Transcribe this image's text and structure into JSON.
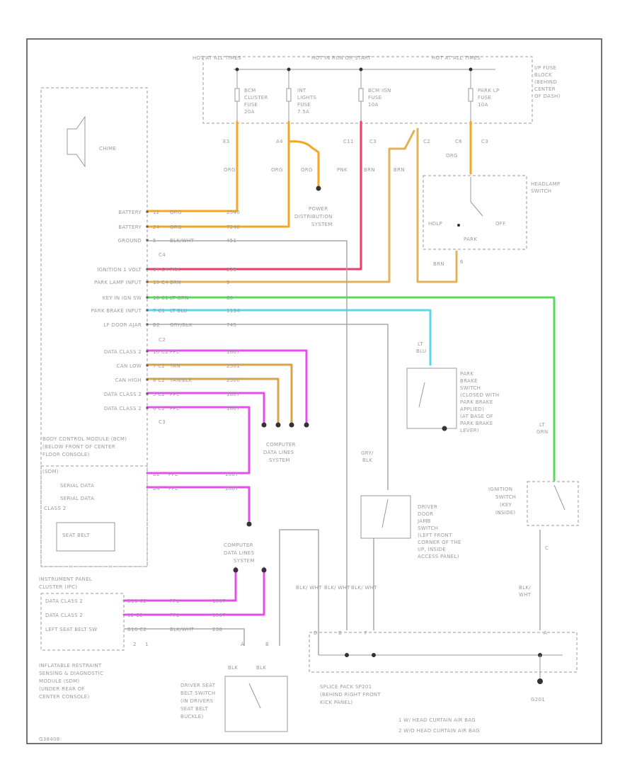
{
  "fuse_block": {
    "hot_all": "HOT AT ALL TIMES",
    "hot_run": "HOT IN RUN OR START",
    "hot_all2": "HOT AT ALL TIMES",
    "label": [
      "I/P FUSE",
      "BLOCK",
      "(BEHIND",
      "CENTER",
      "OF DASH)"
    ],
    "fuse1": [
      "BCM",
      "CLUSTER",
      "FUSE",
      "20A"
    ],
    "fuse2": [
      "INT",
      "LIGHTS",
      "FUSE",
      "7.5A"
    ],
    "fuse3": [
      "BCM IGN",
      "FUSE",
      "10A"
    ],
    "fuse4": [
      "PARK LP",
      "FUSE",
      "10A"
    ],
    "connectors": [
      "E3",
      "A4",
      "C11",
      "C3",
      "C2",
      "C6",
      "C3"
    ]
  },
  "wires": {
    "org1": "ORG",
    "org2": "ORG",
    "org3": "ORG",
    "pnk": "PNK",
    "brn": "BRN",
    "brn2": "BRN",
    "org4": "ORG",
    "brn3": "BRN",
    "lt_blu": [
      "LT",
      "BLU"
    ],
    "lt_grn": [
      "LT",
      "GRN"
    ],
    "gry_blk": [
      "GRY/",
      "BLK"
    ],
    "blk_wht": [
      "BLK/",
      "WHT"
    ]
  },
  "power_dist": [
    "POWER",
    "DISTRIBUTION",
    "SYSTEM"
  ],
  "chime": "CHIME",
  "bcm_pins": [
    {
      "label": "BATTERY",
      "pin": "12",
      "color": "ORG",
      "circuit": "2540"
    },
    {
      "label": "BATTERY",
      "pin": "24",
      "color": "ORG",
      "circuit": "7240"
    },
    {
      "label": "GROUND",
      "pin": "5",
      "color": "BLK/WHT",
      "circuit": "451"
    },
    {
      "label": "IGNITION 1 VOLT",
      "pin": "14 C4",
      "color": "PNK",
      "circuit": "239"
    },
    {
      "label": "PARK LAMP INPUT",
      "pin": "19 C4",
      "color": "BRN",
      "circuit": "9"
    },
    {
      "label": "KEY IN IGN SW",
      "pin": "18 C1",
      "color": "LT GRN",
      "circuit": "80"
    },
    {
      "label": "PARK BRAKE INPUT",
      "pin": "7 C1",
      "color": "LT BLU",
      "circuit": "1134"
    },
    {
      "label": "LF DOOR AJAR",
      "pin": "B2",
      "color": "GRY/BLK",
      "circuit": "745"
    },
    {
      "label": "DATA CLASS 2",
      "pin": "10 C2",
      "color": "PPL",
      "circuit": "1807"
    },
    {
      "label": "CAN LOW",
      "pin": "7 C2",
      "color": "TAN",
      "circuit": "2501"
    },
    {
      "label": "CAN HIGH",
      "pin": "8 C2",
      "color": "TAN/BLK",
      "circuit": "2500"
    },
    {
      "label": "DATA CLASS 2",
      "pin": "5 C2",
      "color": "PPL",
      "circuit": "1807"
    },
    {
      "label": "DATA CLASS 2",
      "pin": "6 C2",
      "color": "PPL",
      "circuit": "1807"
    }
  ],
  "bcm_conn": [
    "C4",
    "C2",
    "C3"
  ],
  "bcm_label": [
    "BODY CONTROL MODULE (BCM)",
    "(BELOW FRONT OF CENTER",
    "FLOOR CONSOLE)"
  ],
  "computer_data1": [
    "COMPUTER",
    "DATA LINES",
    "SYSTEM"
  ],
  "sdm_box": {
    "title": "(SDM)",
    "serial1": "SERIAL DATA",
    "serial2": "SERIAL DATA",
    "class2": "CLASS 2",
    "seatbelt": "SEAT BELT",
    "pins": [
      {
        "pin": "B2",
        "color": "PPL",
        "circuit": "1807"
      },
      {
        "pin": "B4",
        "color": "PPL",
        "circuit": "1807"
      }
    ]
  },
  "headlamp": {
    "title": [
      "HEADLAMP",
      "SWITCH"
    ],
    "headlt": "HDLP",
    "off": "OFF",
    "park": "PARK",
    "pin": "6"
  },
  "park_brake": [
    "PARK",
    "BRAKE",
    "SWITCH",
    "(CLOSED WITH",
    "PARK BRAKE",
    "APPLIED)",
    "(AT BASE OF",
    "PARK BRAKE",
    "LEVER)"
  ],
  "door_jamb": [
    "DRIVER",
    "DOOR",
    "JAMB",
    "SWITCH",
    "(LEFT FRONT",
    "CORNER OF THE",
    "I/P, INSIDE",
    "ACCESS PANEL)"
  ],
  "ign_switch": [
    "IGNITION",
    "SWITCH",
    "(KEY",
    "INSIDE)"
  ],
  "ipc": {
    "title": [
      "INSTRUMENT PANEL",
      "CLUSTER (IPC)"
    ],
    "rows": [
      {
        "label": "DATA CLASS 2",
        "pin": "B11 C2",
        "color": "PPL",
        "circuit": "1807"
      },
      {
        "label": "DATA CLASS 2",
        "pin": "12 C2",
        "color": "PPL",
        "circuit": "1807"
      },
      {
        "label": "LEFT SEAT BELT SW",
        "pin": "B16 C2",
        "color": "BLK/WHT",
        "circuit": "238"
      }
    ],
    "nums": [
      "2",
      "1"
    ]
  },
  "computer_data2": [
    "COMPUTER",
    "DATA LINES",
    "SYSTEM"
  ],
  "seat_belt_sw": {
    "label": [
      "DRIVER SEAT",
      "BELT SWITCH",
      "(IN DRIVERS",
      "SEAT BELT",
      "BUCKLE)"
    ],
    "pins": [
      "A",
      "B"
    ],
    "wire": [
      "BLK",
      "BLK"
    ]
  },
  "sdm_label": [
    "INFLATABLE RESTRAINT",
    "SENSING & DIAGNOSTIC",
    "MODULE (SDM)",
    "(UNDER REAR OF",
    "CENTER CONSOLE)"
  ],
  "splice": {
    "label": [
      "SPLICE PACK SP201",
      "(BEHIND RIGHT FRONT",
      "KICK PANEL)"
    ],
    "wires": [
      "BLK/ WHT",
      "BLK/ WHT",
      "BLK/ WHT",
      "BLK/ WHT"
    ],
    "pins": [
      "D",
      "B",
      "F",
      "A",
      "C"
    ]
  },
  "ground": "G201",
  "notes": [
    "1   W/ HEAD CURTAIN AIR BAG",
    "2   W/O HEAD CURTAIN AIR BAG"
  ],
  "footer": "G38408",
  "colors": {
    "org": "#f5a623",
    "brn": "#e0b35a",
    "pnk": "#ef3b6b",
    "ppl": "#e84cf0",
    "tan": "#d8a34b",
    "grn": "#59d95d",
    "blu": "#5ad7ec",
    "gray": "#a8a8a8"
  }
}
